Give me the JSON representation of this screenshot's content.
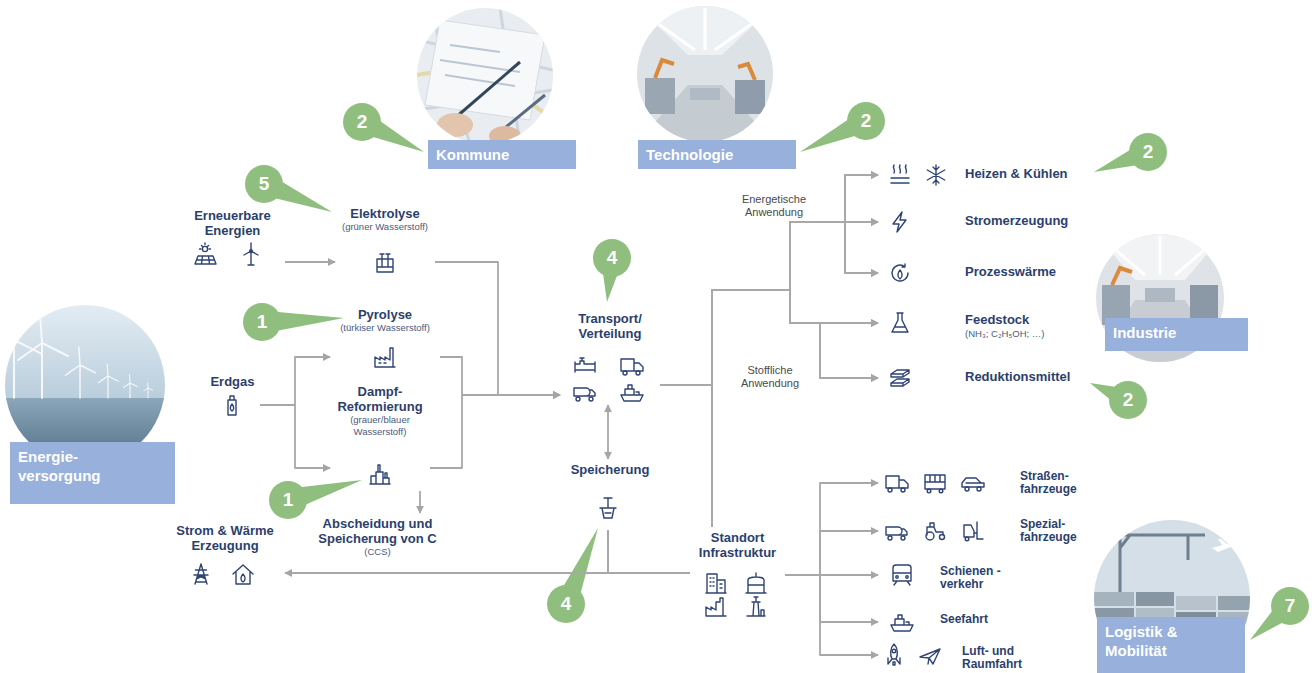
{
  "diagram": {
    "nodes": [
      {
        "text": [
          "Kommune"
        ]
      },
      {
        "text": [
          "Technologie"
        ]
      },
      {
        "text": [
          "Erneuerbare Energien"
        ]
      },
      {
        "text": [
          "Elektrolyse",
          "(grüner Wasserstoff)"
        ]
      },
      {
        "text": [
          "Pyrolyse",
          "(türkiser Wasserstoff)"
        ]
      },
      {
        "text": [
          "Erdgas"
        ]
      },
      {
        "text": [
          "Dampf- Reformierung",
          "(grauer/blauer Wasserstoff)"
        ]
      },
      {
        "text": [
          "Abscheidung und Speicherung von C",
          "(CCS)"
        ]
      },
      {
        "text": [
          "Strom & Wärme Erzeugung"
        ]
      },
      {
        "text": [
          "Energie- versorgung"
        ]
      },
      {
        "text": [
          "Transport/ Verteilung"
        ]
      },
      {
        "text": [
          "Speicherung"
        ]
      },
      {
        "text": [
          "Standort Infrastruktur"
        ]
      },
      {
        "text": [
          "Heizen & Kühlen"
        ]
      },
      {
        "text": [
          "Stromerzeugung"
        ]
      },
      {
        "text": [
          "Prozesswärme"
        ]
      },
      {
        "text": [
          "Feedstock",
          "(NH₃; C₂H₅OH; …)"
        ]
      },
      {
        "text": [
          "Reduktionsmittel"
        ]
      },
      {
        "text": [
          "Industrie"
        ]
      },
      {
        "text": [
          "Straßen- fahrzeuge"
        ]
      },
      {
        "text": [
          "Spezial- fahrzeuge"
        ]
      },
      {
        "text": [
          "Schienen -verkehr"
        ]
      },
      {
        "text": [
          "Seefahrt"
        ]
      },
      {
        "text": [
          "Luft- und Raumfahrt"
        ]
      },
      {
        "text": [
          "Logistik & Mobilität"
        ]
      }
    ],
    "edges": [
      {
        "from": 2,
        "to": 3,
        "arrow": "to"
      },
      {
        "from": 3,
        "to": 10,
        "arrow": "to"
      },
      {
        "from": 5,
        "to": 4,
        "arrow": "to"
      },
      {
        "from": 5,
        "to": 6,
        "arrow": "to"
      },
      {
        "from": 4,
        "to": 10,
        "arrow": "to"
      },
      {
        "from": 6,
        "to": 10,
        "arrow": "to"
      },
      {
        "from": 6,
        "to": 7,
        "arrow": "to"
      },
      {
        "from": 10,
        "to": 11,
        "arrow": "both"
      },
      {
        "from": 11,
        "to": 8,
        "arrow": "to"
      },
      {
        "from": 11,
        "to": 12,
        "arrow": "none"
      },
      {
        "from": 10,
        "to": 13,
        "arrow": "to"
      },
      {
        "from": 10,
        "to": 14,
        "arrow": "to"
      },
      {
        "from": 10,
        "to": 15,
        "arrow": "to"
      },
      {
        "from": 10,
        "to": 16,
        "arrow": "to"
      },
      {
        "from": 10,
        "to": 17,
        "arrow": "to"
      },
      {
        "from": 12,
        "to": 13,
        "arrow": "to"
      },
      {
        "from": 12,
        "to": 14,
        "arrow": "to"
      },
      {
        "from": 12,
        "to": 15,
        "arrow": "to"
      },
      {
        "from": 12,
        "to": 16,
        "arrow": "to"
      },
      {
        "from": 12,
        "to": 17,
        "arrow": "to"
      },
      {
        "from": 12,
        "to": 19,
        "arrow": "to"
      },
      {
        "from": 12,
        "to": 20,
        "arrow": "to"
      },
      {
        "from": 12,
        "to": 21,
        "arrow": "to"
      },
      {
        "from": 12,
        "to": 22,
        "arrow": "to"
      },
      {
        "from": 12,
        "to": 23,
        "arrow": "to"
      }
    ],
    "labels": [
      "2",
      "2",
      "5",
      "1",
      "4",
      "1",
      "4",
      "Energetische Anwendung",
      "Stoffliche Anwendung",
      "2",
      "2",
      "7"
    ]
  }
}
